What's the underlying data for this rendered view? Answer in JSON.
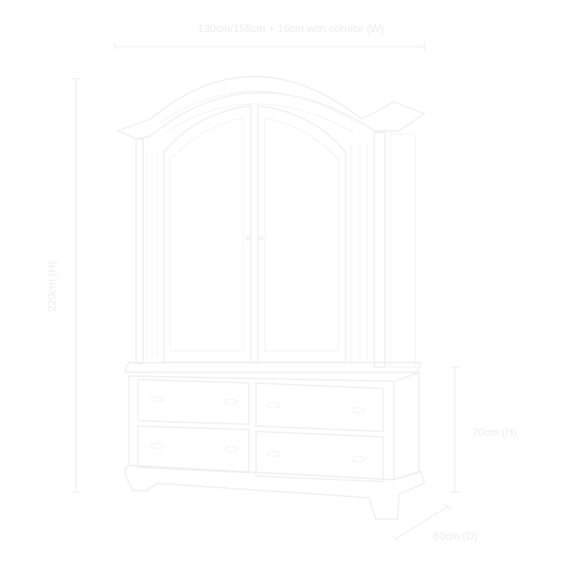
{
  "dimensions": {
    "width_label": "130cm/158cm + 16cm with cornice (W)",
    "height_label": "220cm (H)",
    "base_height_label": "70cm (H)",
    "depth_label": "60cm (D)"
  },
  "colors": {
    "background": "#ffffff",
    "line": "#efefef",
    "text": "#ececec"
  }
}
